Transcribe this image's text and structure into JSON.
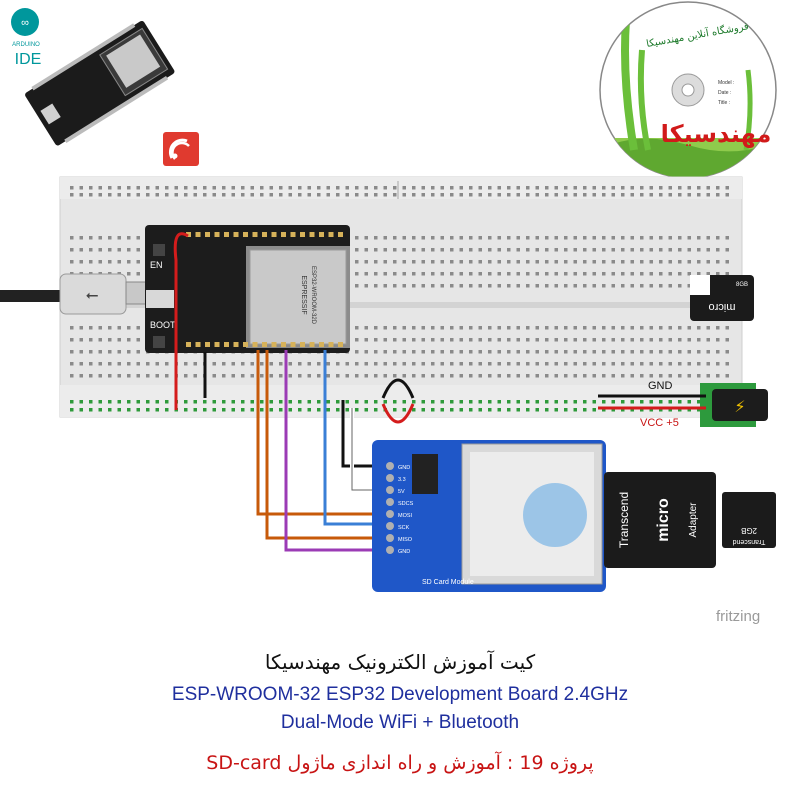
{
  "logos": {
    "arduino_line1": "ARDUINO",
    "arduino_line2": "IDE"
  },
  "cd": {
    "store_text": "فروشگاه آنلاین مهندسیکا",
    "brand_text": "مهندسیکا",
    "field1": "Model :",
    "field2": "Date :",
    "field3": "Title :"
  },
  "esp32": {
    "chip_line1": "ESPRESSIF",
    "chip_line2": "ESP32-WROOM-32D",
    "en_label": "EN",
    "boot_label": "BOOT"
  },
  "power": {
    "gnd_label": "GND",
    "vcc_label": "VCC +5"
  },
  "microsd_top": {
    "brand": "micro",
    "size": "8GB"
  },
  "sd_module": {
    "pins": [
      "GND",
      "3.3",
      "5V",
      "SDCS",
      "MOSI",
      "SCK",
      "MISO",
      "GND"
    ],
    "title": "SD Card Module"
  },
  "adapter": {
    "brand": "Transcend",
    "micro": "micro",
    "adapter": "Adapter",
    "card_brand": "Transcend",
    "card_size": "2GB"
  },
  "watermark": "fritzing",
  "caption": {
    "title": "کیت آموزش الکترونیک مهندسیکا",
    "line1": "ESP-WROOM-32 ESP32  Development Board 2.4GHz",
    "line2": "Dual-Mode WiFi + Bluetooth",
    "line3": "پروژه 19 : آموزش و راه اندازی ماژول SD-card"
  },
  "colors": {
    "breadboard": "#e6e6e6",
    "pcb_blue": "#1f57c8",
    "wire_red": "#d41c1c",
    "wire_orange": "#c75a0a",
    "wire_purple": "#9b3bb5",
    "wire_blue": "#3a7fd6",
    "esp_logo_red": "#e03a2f"
  }
}
